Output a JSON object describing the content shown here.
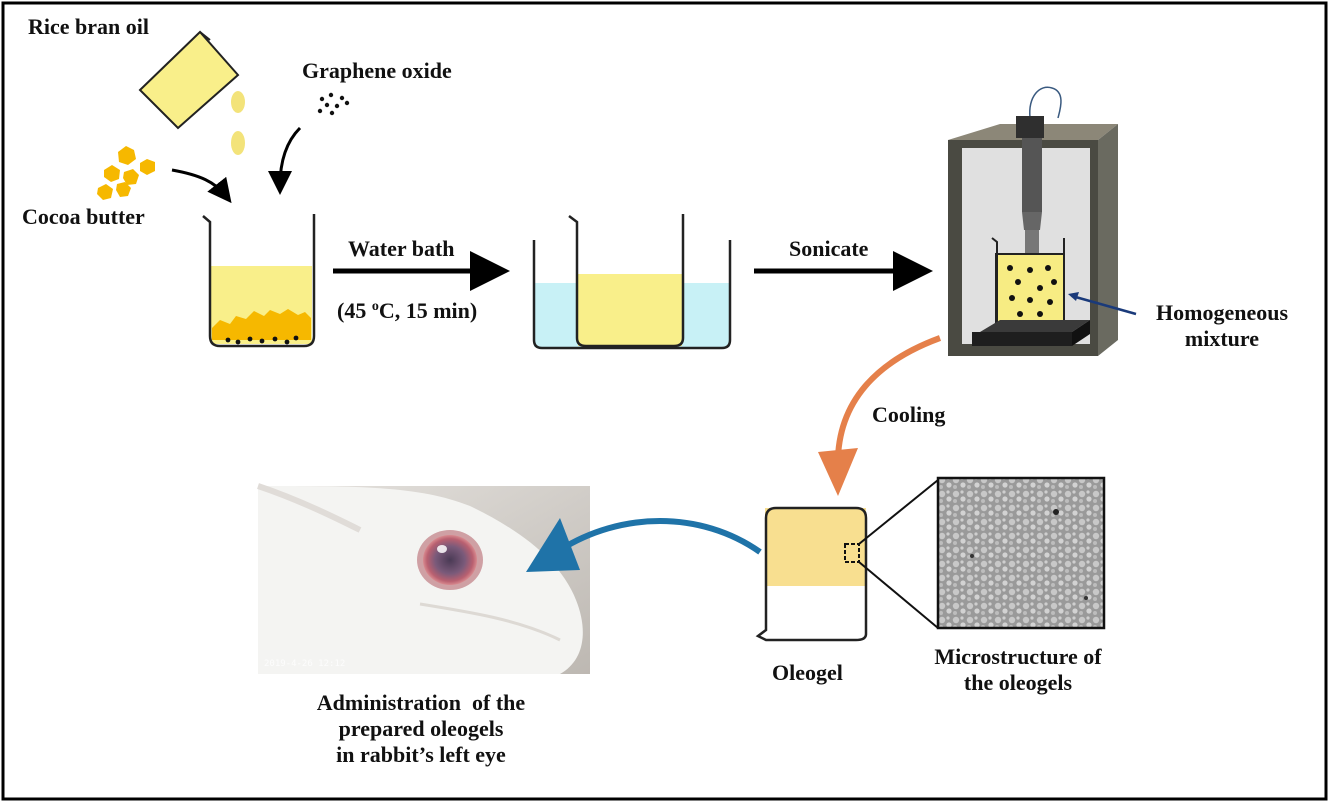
{
  "labels": {
    "rice_bran_oil": "Rice bran oil",
    "graphene_oxide": "Graphene oxide",
    "cocoa_butter": "Cocoa butter",
    "water_bath": "Water bath",
    "water_bath_cond_pre": "(45 ",
    "water_bath_cond_sup": "o",
    "water_bath_cond_post": "C, 15 min)",
    "sonicate": "Sonicate",
    "homogeneous_line1": "Homogeneous",
    "homogeneous_line2": "mixture",
    "cooling": "Cooling",
    "oleogel": "Oleogel",
    "microstructure_line1": "Microstructure of",
    "microstructure_line2": "the oleogels",
    "administration_line1": "Administration  of the",
    "administration_line2": "prepared oleogels",
    "administration_line3": "in rabbit’s left eye",
    "photo_timestamp": "2019-4-26 12:12"
  },
  "colors": {
    "oil_yellow": "#f9ef8a",
    "cocoa_orange": "#f6b800",
    "water_blue": "#c8f1f6",
    "cooling_arrow": "#e5804a",
    "administration_arrow": "#1f73a8",
    "oleogel_fill": "#f8df90",
    "frame": "#000000"
  },
  "icons": {
    "oil_container": "rice-bran-oil-container-icon",
    "graphene_dots": "graphene-oxide-dots-icon",
    "cocoa_pieces": "cocoa-butter-pieces-icon",
    "sonicator": "sonicator-apparatus-icon"
  }
}
